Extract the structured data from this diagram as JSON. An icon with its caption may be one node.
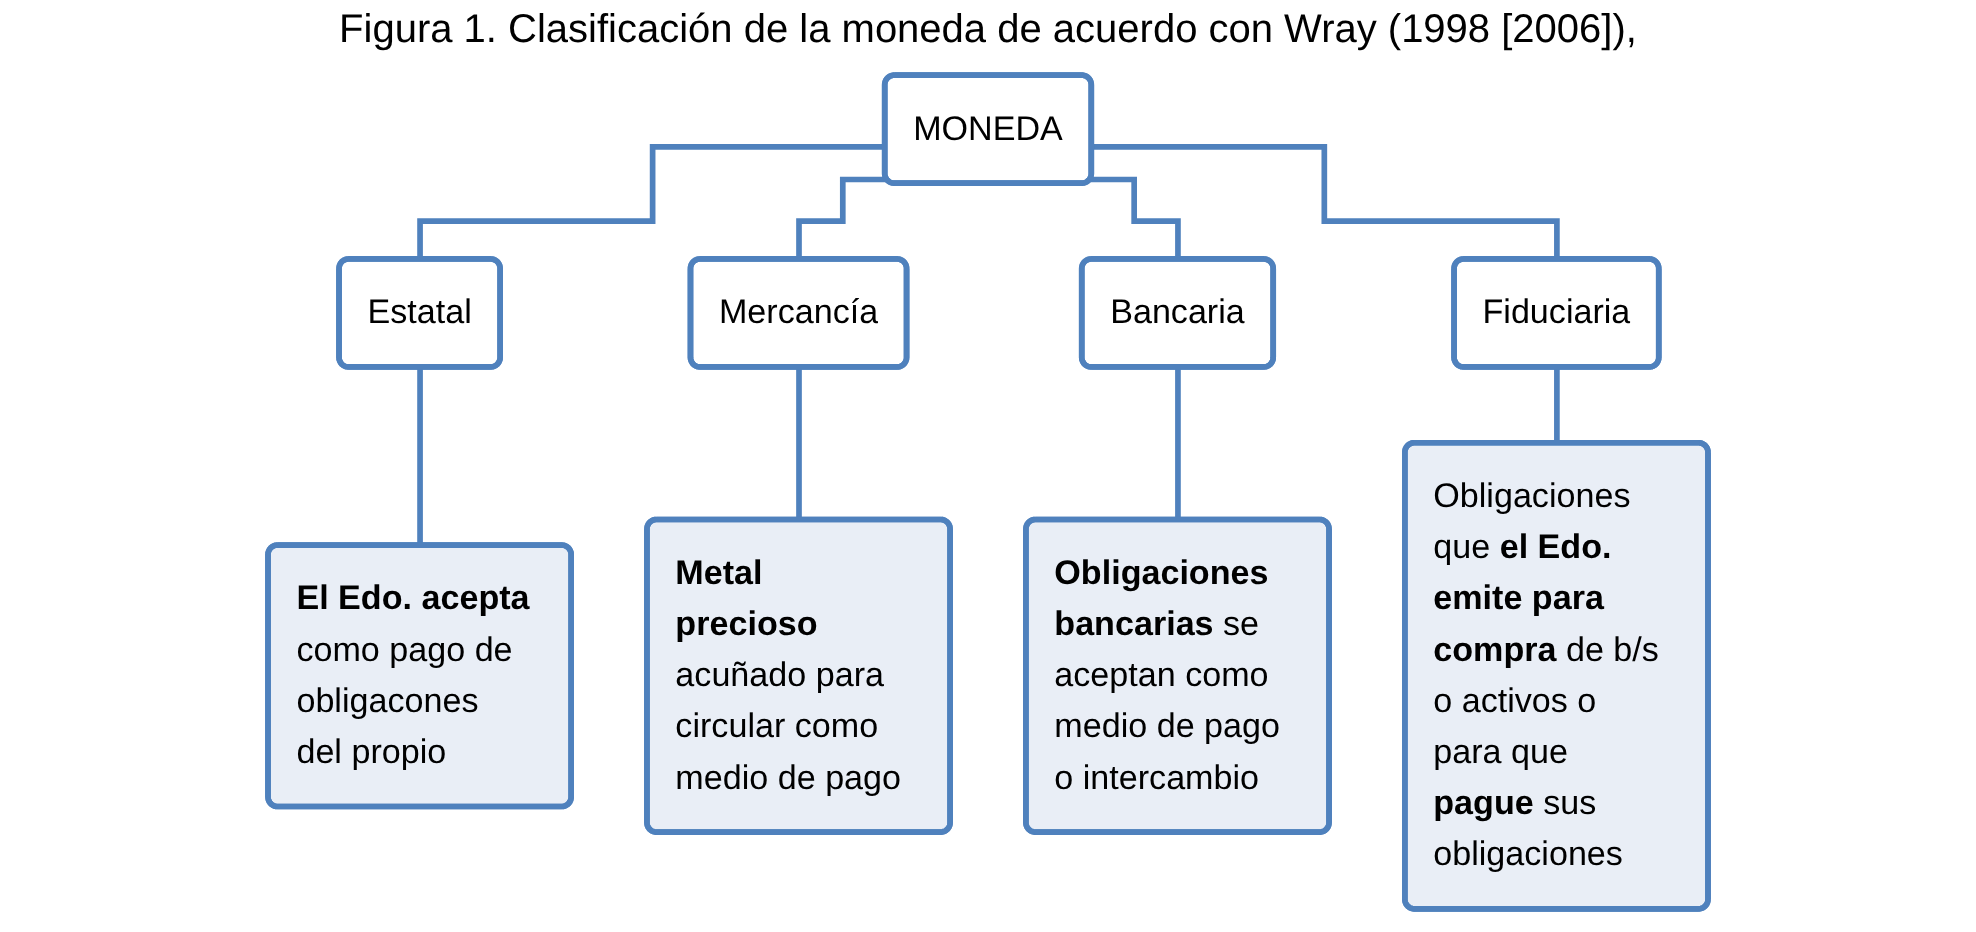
{
  "diagram": {
    "title": "Figura 1. Clasificación de la moneda de acuerdo con Wray (1998 [2006]),",
    "nodes": [
      {
        "text": [
          "MONEDA"
        ]
      },
      {
        "text": [
          "Estatal"
        ]
      },
      {
        "text": [
          "Mercancía"
        ]
      },
      {
        "text": [
          "Bancaria"
        ]
      },
      {
        "text": [
          "Fiduciaria"
        ]
      },
      {
        "text": [
          "**El Edo. acepta** como pago de obligacones del propio"
        ]
      },
      {
        "text": [
          "**Metal precioso** acuñado para circular como medio de pago"
        ]
      },
      {
        "text": [
          "**Obligaciones bancarias** se aceptan como medio de pago o intercambio"
        ]
      },
      {
        "text": [
          "Obligaciones que **el Edo. emite para compra** de b/s o activos o para que **pague** sus obligaciones"
        ]
      }
    ],
    "edges": [
      {
        "from": 0,
        "to": 1,
        "arrow": "none"
      },
      {
        "from": 0,
        "to": 2,
        "arrow": "none"
      },
      {
        "from": 0,
        "to": 3,
        "arrow": "none"
      },
      {
        "from": 0,
        "to": 4,
        "arrow": "none"
      },
      {
        "from": 1,
        "to": 5,
        "arrow": "none"
      },
      {
        "from": 2,
        "to": 6,
        "arrow": "none"
      },
      {
        "from": 3,
        "to": 7,
        "arrow": "none"
      },
      {
        "from": 4,
        "to": 8,
        "arrow": "none"
      }
    ]
  }
}
